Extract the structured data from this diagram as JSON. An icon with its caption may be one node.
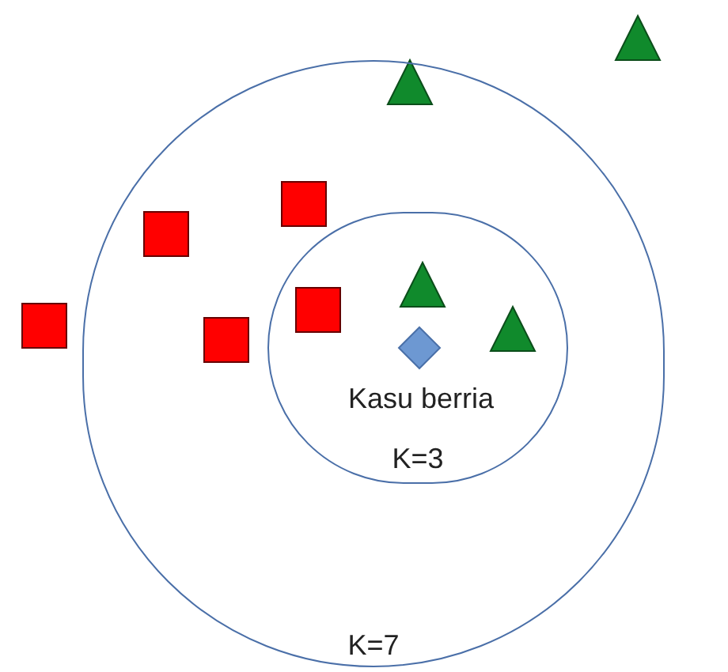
{
  "diagram": {
    "nodes": [
      {
        "text": [
          "K=7"
        ]
      },
      {
        "text": [
          "K=3"
        ],
        "in": 0
      },
      {
        "text": [],
        "shape": "diamond",
        "in": 1,
        "beside": [
          "Kasu berria"
        ]
      }
    ]
  }
}
